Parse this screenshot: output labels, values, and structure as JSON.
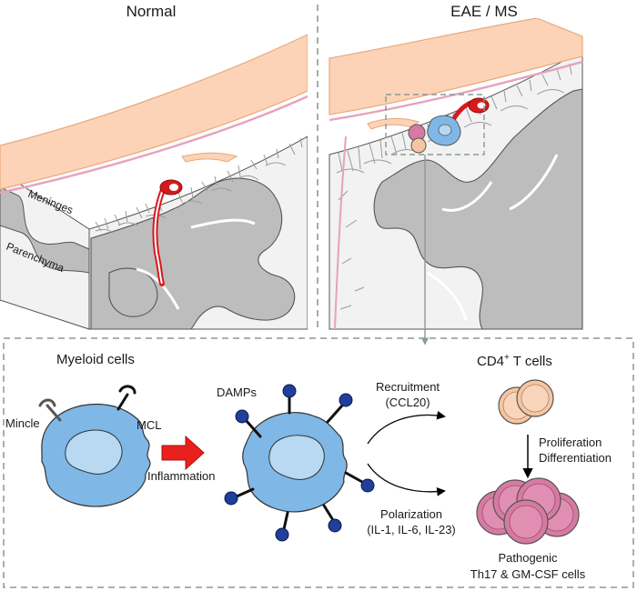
{
  "panels": {
    "left_title": "Normal",
    "right_title": "EAE / MS",
    "layer_meninges": "Meninges",
    "layer_parenchyma": "Parenchyma"
  },
  "bottom": {
    "myeloid_title": "Myeloid cells",
    "tcell_title_main": "CD4",
    "tcell_title_sup": "+",
    "tcell_title_rest": " T cells",
    "mincle": "Mincle",
    "mcl": "MCL",
    "inflammation": "Inflammation",
    "damps": "DAMPs",
    "recruitment_1": "Recruitment",
    "recruitment_2": "(CCL20)",
    "polarization_1": "Polarization",
    "polarization_2": "(IL-1, IL-6, IL-23)",
    "prolif_1": "Proliferation",
    "prolif_2": "Differentiation",
    "pathogenic_1": "Pathogenic",
    "pathogenic_2": "Th17 & GM-CSF cells"
  },
  "colors": {
    "skull": "#fcd3b6",
    "skull_edge": "#e8a87c",
    "meninges_pink": "#e6a3bd",
    "brain_gray": "#bdbdbd",
    "brain_edge": "#555555",
    "vessel_red": "#d7191c",
    "myeloid_blue": "#7fb7e6",
    "myeloid_nucleus": "#b9d8f2",
    "damp_blue": "#1f3f9a",
    "tcell_peach": "#f6c6a2",
    "th17_pink": "#d77aa3",
    "arrow_red": "#e8211c",
    "dashed_gray": "#8a9a94"
  }
}
